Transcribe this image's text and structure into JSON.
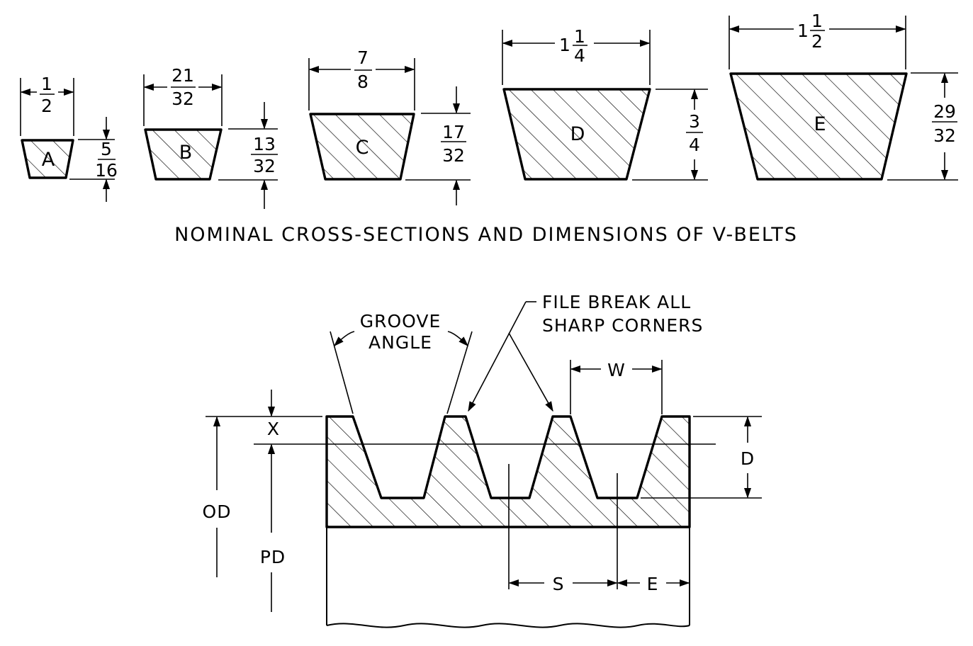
{
  "belts": [
    {
      "letter": "A",
      "width": {
        "whole": "",
        "num": "1",
        "den": "2"
      },
      "height": {
        "num": "5",
        "den": "16"
      }
    },
    {
      "letter": "B",
      "width": {
        "whole": "",
        "num": "21",
        "den": "32"
      },
      "height": {
        "num": "13",
        "den": "32"
      }
    },
    {
      "letter": "C",
      "width": {
        "whole": "",
        "num": "7",
        "den": "8"
      },
      "height": {
        "num": "17",
        "den": "32"
      }
    },
    {
      "letter": "D",
      "width": {
        "whole": "1",
        "num": "1",
        "den": "4"
      },
      "height": {
        "num": "3",
        "den": "4"
      }
    },
    {
      "letter": "E",
      "width": {
        "whole": "1",
        "num": "1",
        "den": "2"
      },
      "height": {
        "num": "29",
        "den": "32"
      }
    }
  ],
  "belts_title": "NOMINAL CROSS-SECTIONS AND DIMENSIONS OF V-BELTS",
  "pulley": {
    "groove_angle_line1": "GROOVE",
    "groove_angle_line2": "ANGLE",
    "file_break_line1": "FILE BREAK ALL",
    "file_break_line2": "SHARP CORNERS",
    "w": "W",
    "x": "X",
    "d": "D",
    "od": "OD",
    "pd": "PD",
    "s": "S",
    "e": "E"
  }
}
